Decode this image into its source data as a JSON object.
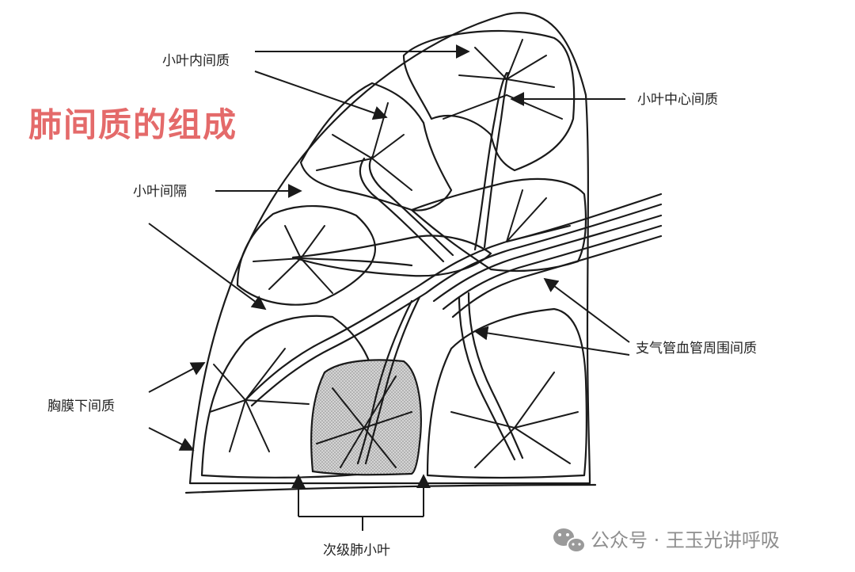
{
  "title": "肺间质的组成",
  "labels": {
    "intralobular": "小叶内间质",
    "centrilobular": "小叶中心间质",
    "interlobular_septum": "小叶间隔",
    "peribronchovascular": "支气管血管周围间质",
    "subpleural": "胸膜下间质",
    "secondary_lobule": "次级肺小叶"
  },
  "watermark": {
    "text": "公众号 · 王玉光讲呼吸",
    "icon": "wechat-icon"
  },
  "colors": {
    "title": "#e46a6a",
    "line": "#1a1a1a",
    "lobule_shade": "#c8c8c8"
  }
}
